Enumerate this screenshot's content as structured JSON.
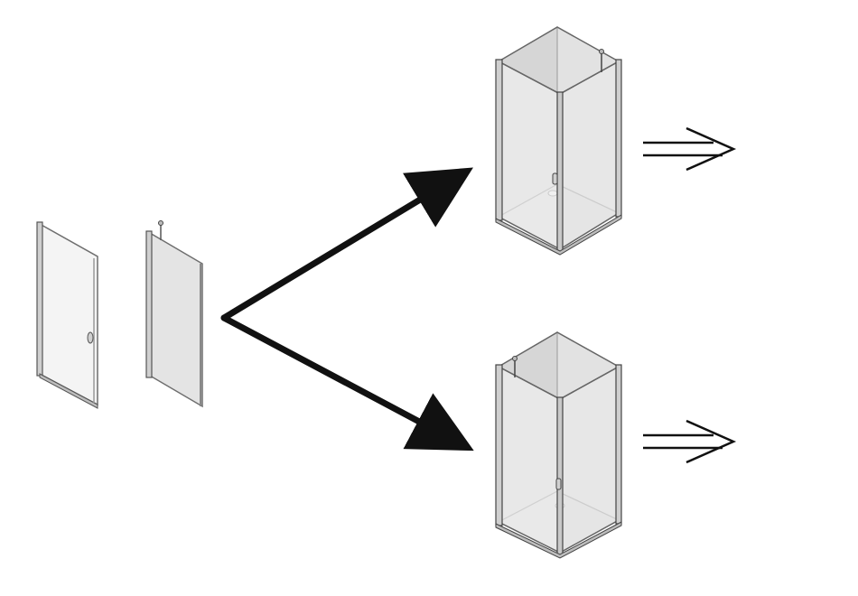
{
  "diagram": {
    "parts": [
      {
        "icon": "door-panel-icon",
        "role": "hinged door"
      },
      {
        "icon": "fixed-side-panel-icon",
        "role": "fixed panel"
      }
    ],
    "arrows": [
      "arrow-to-top-configuration",
      "arrow-to-bottom-configuration"
    ],
    "configurations": [
      {
        "icon": "shower-enclosure-right-hinge-icon",
        "result_icon": "implies-arrow-icon"
      },
      {
        "icon": "shower-enclosure-left-hinge-icon",
        "result_icon": "implies-arrow-icon"
      }
    ],
    "colors": {
      "line": "#111111",
      "frame": "#8a8a8a",
      "glass": "#efefef",
      "glass_shade": "#dcdcdc",
      "tray": "#d9d9d9"
    }
  }
}
